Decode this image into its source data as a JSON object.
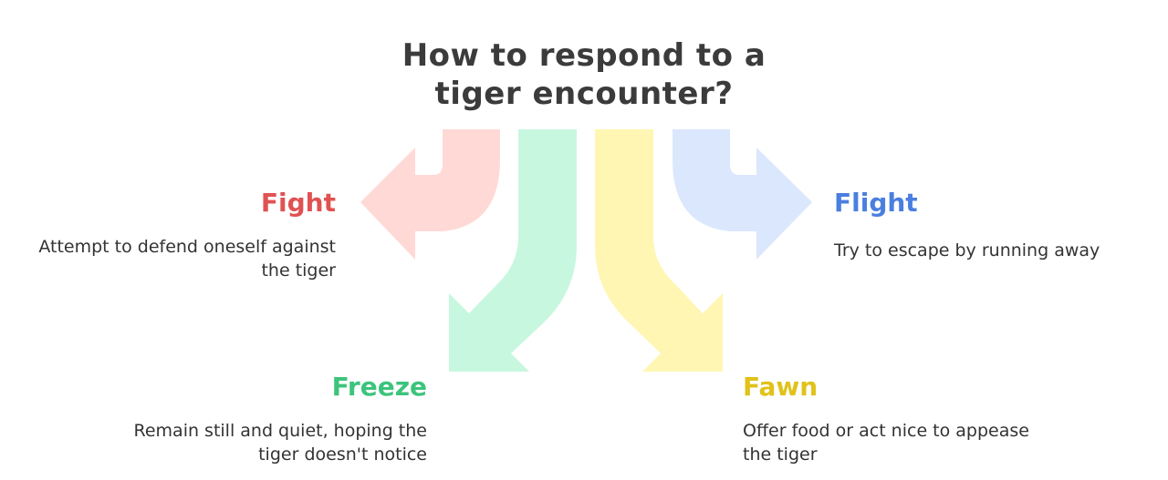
{
  "title": {
    "line1": "How to respond to a",
    "line2": "tiger encounter?"
  },
  "responses": [
    {
      "name": "Fight",
      "color": "#e05252",
      "fill": "#ffd9d6",
      "desc_line1": "Attempt to defend oneself against",
      "desc_line2": "the tiger"
    },
    {
      "name": "Freeze",
      "color": "#3cc47c",
      "fill": "#c8f7df",
      "desc_line1": "Remain still and quiet, hoping the",
      "desc_line2": "tiger doesn't notice"
    },
    {
      "name": "Fawn",
      "color": "#e0c21a",
      "fill": "#fff6b3",
      "desc_line1": "Offer food or act nice to appease",
      "desc_line2": "the tiger"
    },
    {
      "name": "Flight",
      "color": "#4a7fe0",
      "fill": "#dbe7fd",
      "desc_line1": "Try to escape by running away",
      "desc_line2": ""
    }
  ]
}
